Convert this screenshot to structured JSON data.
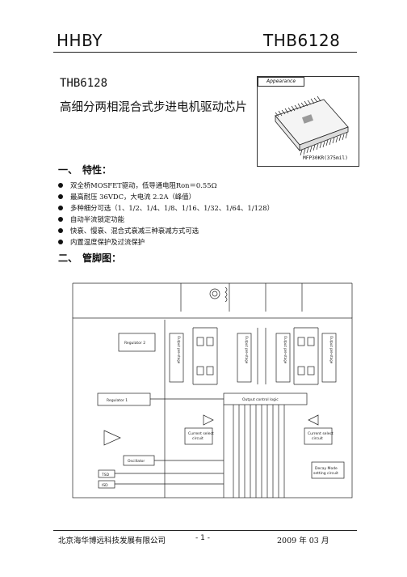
{
  "header": {
    "brand": "HHBY",
    "part": "THB6128"
  },
  "title": {
    "part": "THB6128",
    "description": "高细分两相混合式步进电机驱动芯片"
  },
  "package": {
    "tag": "Appearance",
    "name": "MFP30KR(375mil)"
  },
  "sections": {
    "features_heading": "一、　特性：",
    "pins_heading": "二、　管脚图："
  },
  "features": [
    "双全桥MOSFET驱动，低导通电阻Ron＝0.55Ω",
    "最高耐压 36VDC，大电流 2.2A（峰值）",
    "多种细分可选（1、1/2、1/4、1/8、1/16、1/32、1/64、1/128）",
    "自动半流锁定功能",
    "快衰、慢衰、混合式衰减三种衰减方式可选",
    "内置温度保护及过流保护"
  ],
  "diagram": {
    "regulator2": "Regulator 2",
    "regulator1": "Regulator 1",
    "output_logic": "Output control logic",
    "current_select_1": [
      "Current select",
      "circuit"
    ],
    "current_select_2": [
      "Current select",
      "circuit"
    ],
    "oscillator": "Oscillator",
    "tsd": "TSD",
    "isd": "ISD",
    "decay_block": [
      "Decay Mode",
      "setting circuit"
    ],
    "output_stages": [
      "Output pre-stage",
      "Output pre-stage",
      "Output pre-stage",
      "Output pre-stage"
    ]
  },
  "footer": {
    "company": "北京海华博远科技发展有限公司",
    "page": "- 1 -",
    "date": "2009 年 03 月"
  }
}
